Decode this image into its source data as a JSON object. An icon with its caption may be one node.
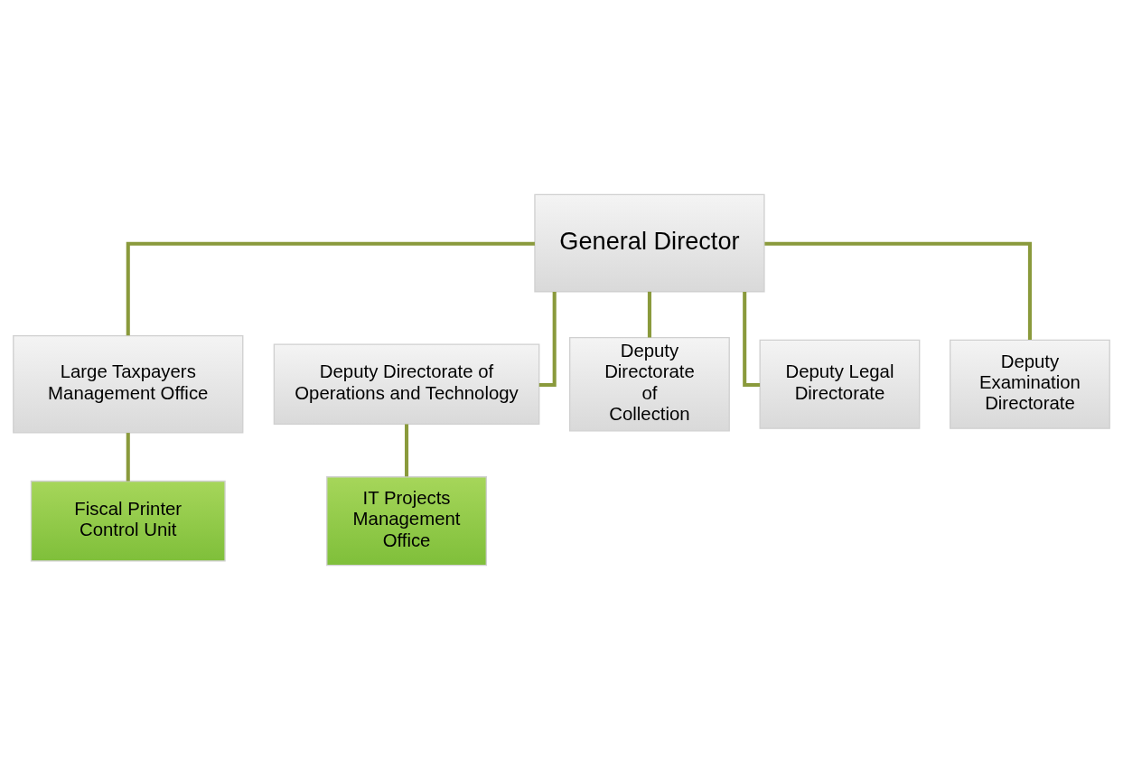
{
  "diagram": {
    "nodes": [
      {
        "text": [
          "General Director"
        ]
      },
      {
        "text": [
          "Large Taxpayers Management Office"
        ]
      },
      {
        "text": [
          "Fiscal Printer Control Unit"
        ]
      },
      {
        "text": [
          "Deputy Directorate of Operations and Technology"
        ]
      },
      {
        "text": [
          "Deputy Directorate of Collection"
        ]
      },
      {
        "text": [
          "Deputy Legal Directorate"
        ]
      },
      {
        "text": [
          "Deputy Examination Directorate"
        ]
      },
      {
        "text": [
          "IT Projects Management Office"
        ]
      }
    ],
    "edges": [
      {
        "from": 0,
        "to": 1,
        "arrow": "none"
      },
      {
        "from": 1,
        "to": 2,
        "arrow": "none"
      },
      {
        "from": 0,
        "to": 3,
        "arrow": "none"
      },
      {
        "from": 0,
        "to": 4,
        "arrow": "none"
      },
      {
        "from": 0,
        "to": 5,
        "arrow": "none"
      },
      {
        "from": 0,
        "to": 6,
        "arrow": "none"
      },
      {
        "from": 3,
        "to": 7,
        "arrow": "none"
      }
    ]
  }
}
